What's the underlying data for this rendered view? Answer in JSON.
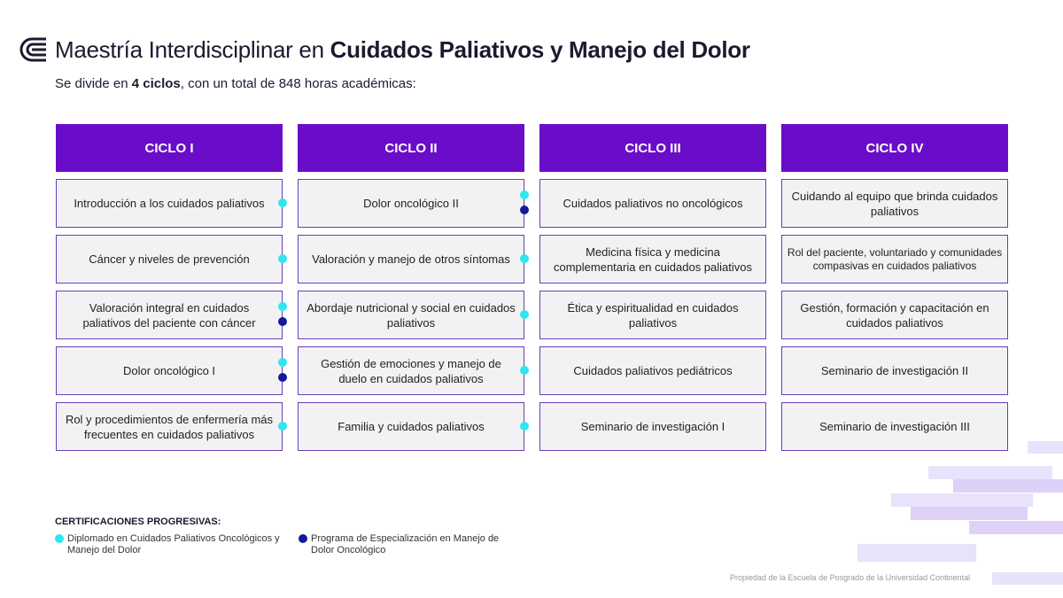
{
  "header": {
    "title_regular": "Maestría Interdisciplinar en ",
    "title_bold": "Cuidados Paliativos y Manejo del Dolor",
    "subtitle_pre": "Se divide en ",
    "subtitle_bold": "4 ciclos",
    "subtitle_post": ", con un total de 848 horas académicas:"
  },
  "colors": {
    "header_purple": "#6a0dc8",
    "cert_cyan": "#2ee6f0",
    "cert_navy": "#14199a"
  },
  "cycles": [
    {
      "name": "CICLO I",
      "courses": [
        {
          "text": "Introducción a los cuidados paliativos",
          "dots": [
            "cyan"
          ]
        },
        {
          "text": "Cáncer y niveles de prevención",
          "dots": [
            "cyan"
          ]
        },
        {
          "text": "Valoración integral en cuidados paliativos del paciente con cáncer",
          "dots": [
            "cyan",
            "navy"
          ]
        },
        {
          "text": "Dolor oncológico I",
          "dots": [
            "cyan",
            "navy"
          ]
        },
        {
          "text": "Rol y procedimientos de enfermería más frecuentes en cuidados paliativos",
          "dots": [
            "cyan"
          ]
        }
      ]
    },
    {
      "name": "CICLO II",
      "courses": [
        {
          "text": "Dolor oncológico II",
          "dots": [
            "cyan",
            "navy"
          ]
        },
        {
          "text": "Valoración y manejo de otros síntomas",
          "dots": [
            "cyan"
          ]
        },
        {
          "text": "Abordaje nutricional y social en cuidados paliativos",
          "dots": [
            "cyan"
          ]
        },
        {
          "text": "Gestión de emociones y manejo de duelo en cuidados paliativos",
          "dots": [
            "cyan"
          ]
        },
        {
          "text": "Familia y cuidados paliativos",
          "dots": [
            "cyan"
          ]
        }
      ]
    },
    {
      "name": "CICLO III",
      "courses": [
        {
          "text": "Cuidados paliativos no oncológicos",
          "dots": []
        },
        {
          "text": "Medicina física y medicina complementaria en cuidados paliativos",
          "dots": []
        },
        {
          "text": "Ética y espiritualidad en cuidados paliativos",
          "dots": []
        },
        {
          "text": "Cuidados paliativos pediátricos",
          "dots": []
        },
        {
          "text": "Seminario de investigación I",
          "dots": []
        }
      ]
    },
    {
      "name": "CICLO IV",
      "courses": [
        {
          "text": "Cuidando al equipo que brinda cuidados paliativos",
          "dots": []
        },
        {
          "text": "Rol del paciente, voluntariado y comunidades compasivas en cuidados paliativos",
          "dots": []
        },
        {
          "text": "Gestión, formación y capacitación en cuidados paliativos",
          "dots": []
        },
        {
          "text": "Seminario de investigación II",
          "dots": []
        },
        {
          "text": "Seminario de investigación III",
          "dots": []
        }
      ]
    }
  ],
  "certifications": {
    "title": "CERTIFICACIONES PROGRESIVAS:",
    "items": [
      {
        "color": "cyan",
        "text_line1": "Diplomado en Cuidados Paliativos Oncológicos y",
        "text_line2": "Manejo del Dolor"
      },
      {
        "color": "navy",
        "text_line1": "Programa de Especialización en Manejo de",
        "text_line2": "Dolor Oncológico"
      }
    ]
  },
  "footer": "Propiedad de la Escuela de Posgrado de la Universidad Continental"
}
